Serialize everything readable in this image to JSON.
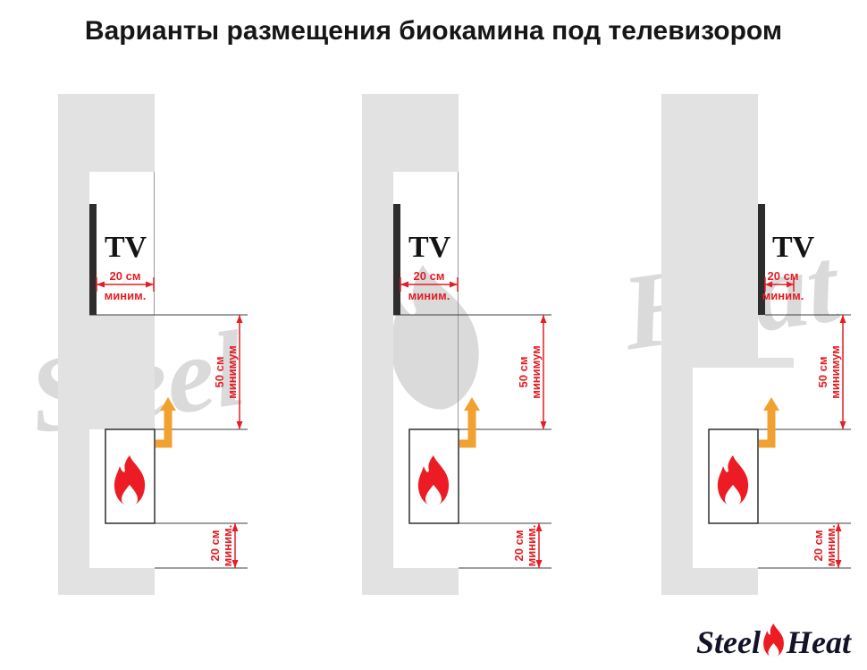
{
  "title": "Варианты размещения биокамина под телевизором",
  "watermark": {
    "steel": "Steel",
    "heat": "Heat"
  },
  "logo": {
    "steel": "Steel",
    "heat": "Heat"
  },
  "colors": {
    "wall_gray": "#e2e2e2",
    "dimension_red": "#e31e24",
    "arrow_orange": "#f0a12f",
    "flame_red": "#ed1c24",
    "tv_dark": "#2d2d2d",
    "watermark_gray": "#dadada",
    "logo_dark": "#13132b"
  },
  "diagrams": [
    {
      "variant": "variant-1",
      "tv_label": "TV",
      "dims": {
        "tv_clearance": "20 см",
        "tv_clearance_note": "миним.",
        "middle_clearance": "50 см",
        "middle_clearance_note": "минимум",
        "bottom_clearance": "20 см",
        "bottom_clearance_note": "миним."
      }
    },
    {
      "variant": "variant-2",
      "tv_label": "TV",
      "dims": {
        "tv_clearance": "20 см",
        "tv_clearance_note": "миним.",
        "middle_clearance": "50 см",
        "middle_clearance_note": "минимум",
        "bottom_clearance": "20 см",
        "bottom_clearance_note": "миним."
      }
    },
    {
      "variant": "variant-3",
      "tv_label": "TV",
      "dims": {
        "tv_clearance": "20 см",
        "tv_clearance_note": "миним.",
        "middle_clearance": "50 см",
        "middle_clearance_note": "минимум",
        "bottom_clearance": "20 см",
        "bottom_clearance_note": "миним."
      }
    }
  ]
}
